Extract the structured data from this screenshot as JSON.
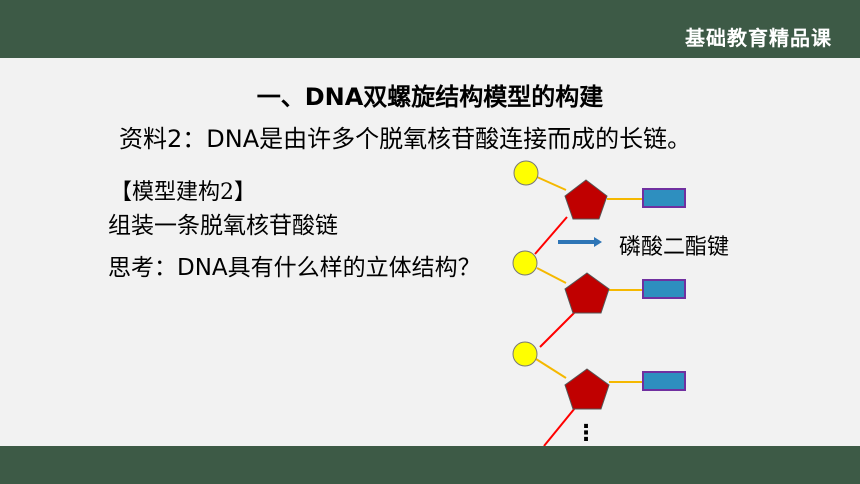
{
  "brand": "基础教育精品课",
  "title": "一、DNA双螺旋结构模型的构建",
  "material": "资料2：DNA是由许多个脱氧核苷酸连接而成的长链。",
  "model_build": "【模型建构2】",
  "assemble": "组装一条脱氧核苷酸链",
  "think": "思考：DNA具有什么样的立体结构？",
  "diagram": {
    "bond_label": "磷酸二酯键",
    "continuation": "⋮",
    "colors": {
      "phosphate": "#ffff00",
      "sugar": "#c00000",
      "base": "#2e8fbf",
      "base_border": "#7030a0",
      "link": "#f5b800",
      "bond": "#ff0000",
      "arrow": "#2e75b6"
    }
  }
}
